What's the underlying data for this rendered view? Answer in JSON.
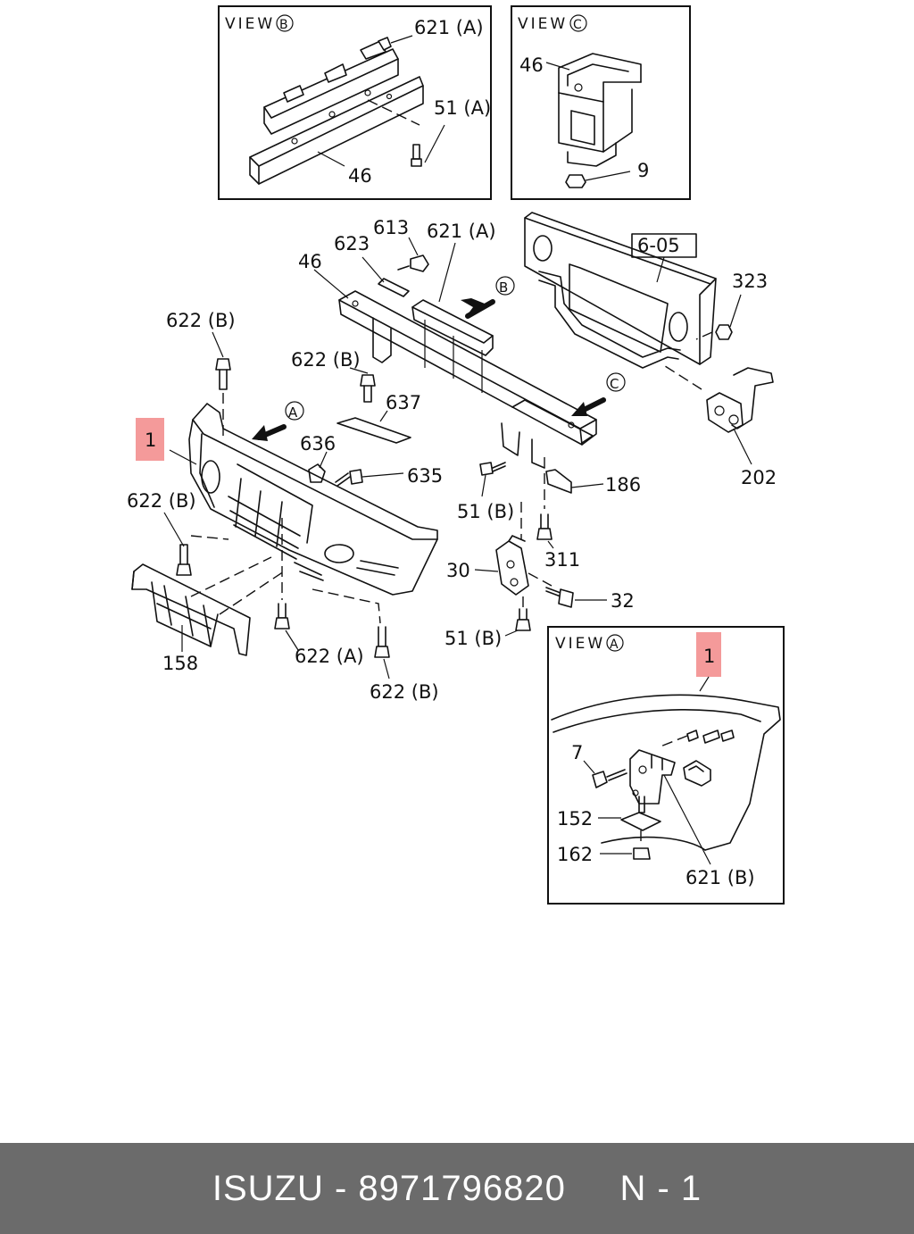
{
  "highlight_color": "#f49a9a",
  "footer": {
    "brand": "ISUZU",
    "separator": " - ",
    "part_number": "8971796820",
    "section": "N - 1"
  },
  "views": {
    "b": {
      "title": "VIEW",
      "letter": "B",
      "labels": {
        "a": "621 (A)",
        "b": "51 (A)",
        "c": "46"
      }
    },
    "c": {
      "title": "VIEW",
      "letter": "C",
      "labels": {
        "a": "46",
        "b": "9"
      }
    },
    "a": {
      "title": "VIEW",
      "letter": "A",
      "labels": {
        "a": "1",
        "b": "7",
        "c": "152",
        "d": "162",
        "e": "621 (B)"
      }
    }
  },
  "main": {
    "ref_box": "6-05",
    "callouts": {
      "p613": "613",
      "p621a": "621 (A)",
      "p623": "623",
      "p46": "46",
      "p323": "323",
      "p622b_1": "622 (B)",
      "p622b_2": "622 (B)",
      "p637": "637",
      "p1": "1",
      "p636": "636",
      "p635": "635",
      "p186": "186",
      "p202": "202",
      "p622b_3": "622 (B)",
      "p51b_1": "51 (B)",
      "p311": "311",
      "p30": "30",
      "p32": "32",
      "p51b_2": "51 (B)",
      "p158": "158",
      "p622a": "622 (A)",
      "p622b_4": "622 (B)"
    },
    "arrows": {
      "a": "A",
      "b": "B",
      "c": "C"
    }
  }
}
